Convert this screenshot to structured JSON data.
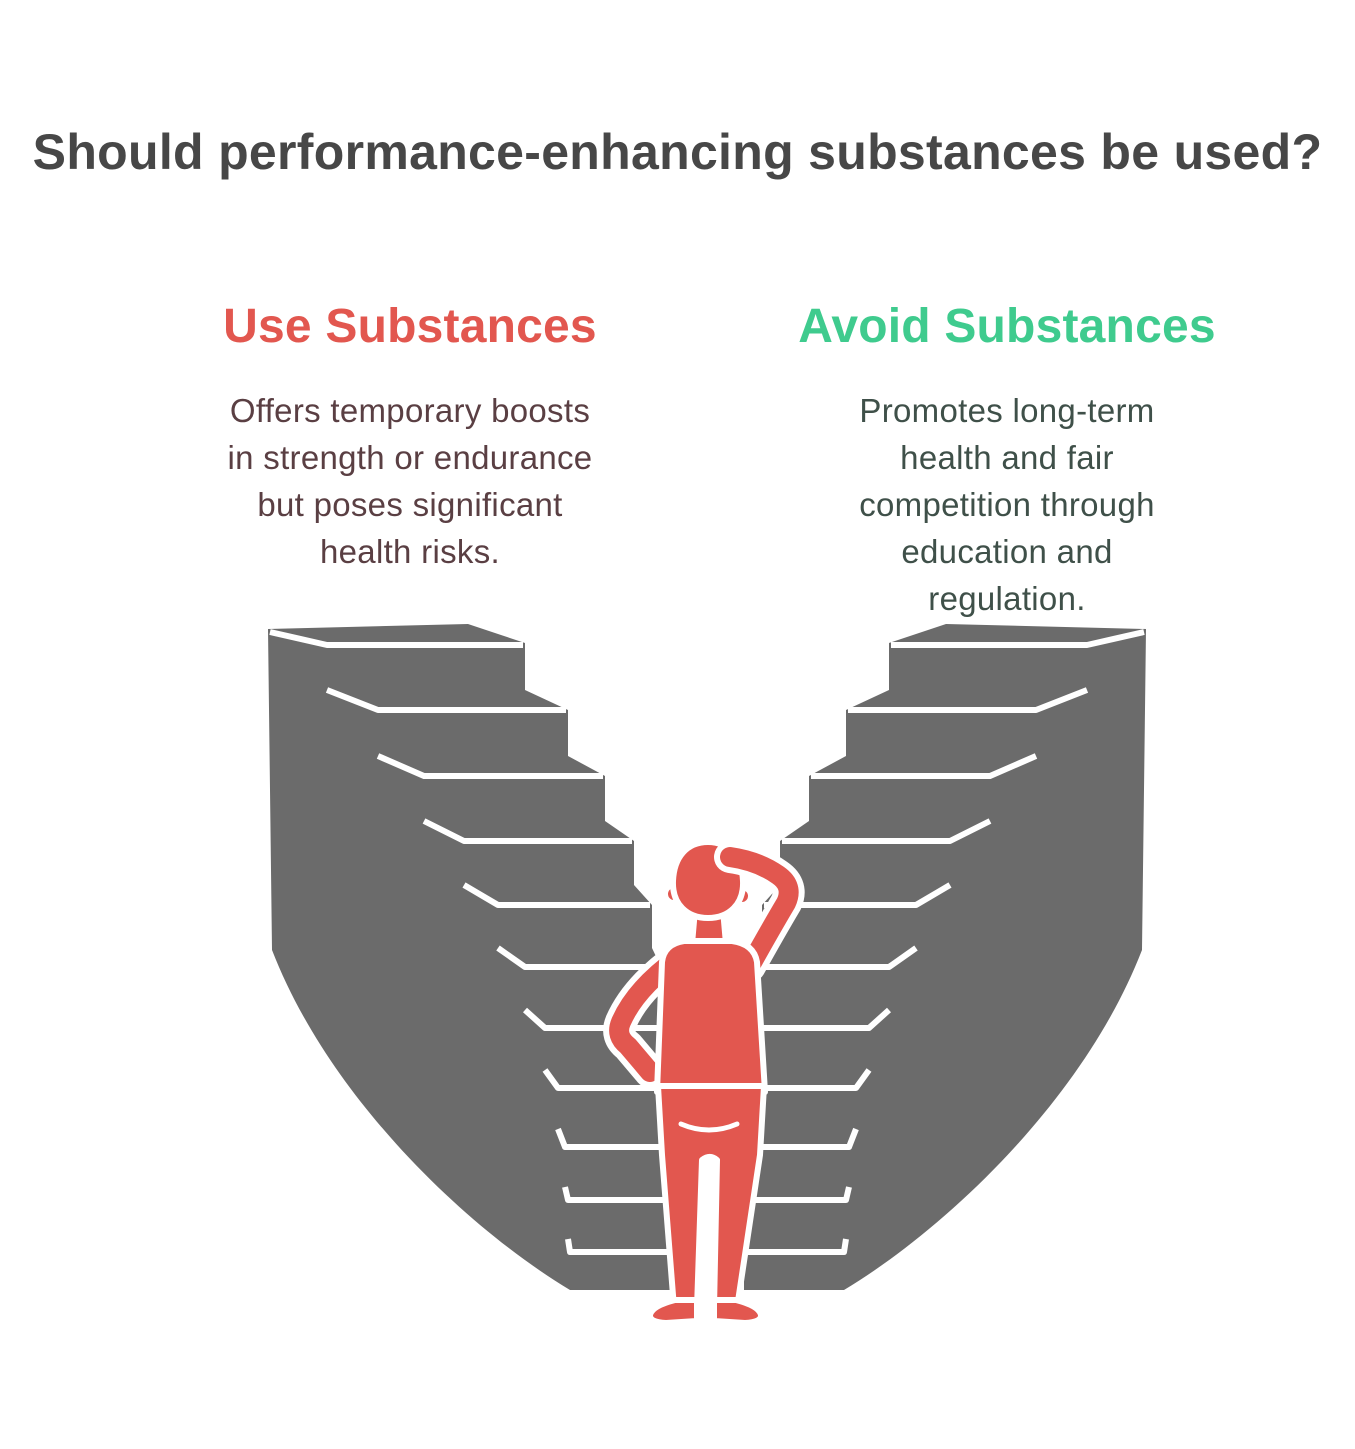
{
  "title": "Should performance-enhancing substances be used?",
  "options": {
    "use": {
      "heading": "Use Substances",
      "description": "Offers temporary boosts in strength or endurance but poses significant health risks."
    },
    "avoid": {
      "heading": "Avoid Substances",
      "description": "Promotes long-term health and fair competition through education and regulation."
    }
  },
  "illustration": {
    "name": "person-at-diverging-staircases",
    "figure": "person-scratching-head"
  },
  "colors": {
    "title": "#474747",
    "use-heading": "#E2574F",
    "use-text": "#5A3F43",
    "avoid-heading": "#3FCB8E",
    "avoid-text": "#3F5049",
    "stairs": "#6B6B6B",
    "figure": "#E2574F",
    "background": "#FFFFFF"
  }
}
